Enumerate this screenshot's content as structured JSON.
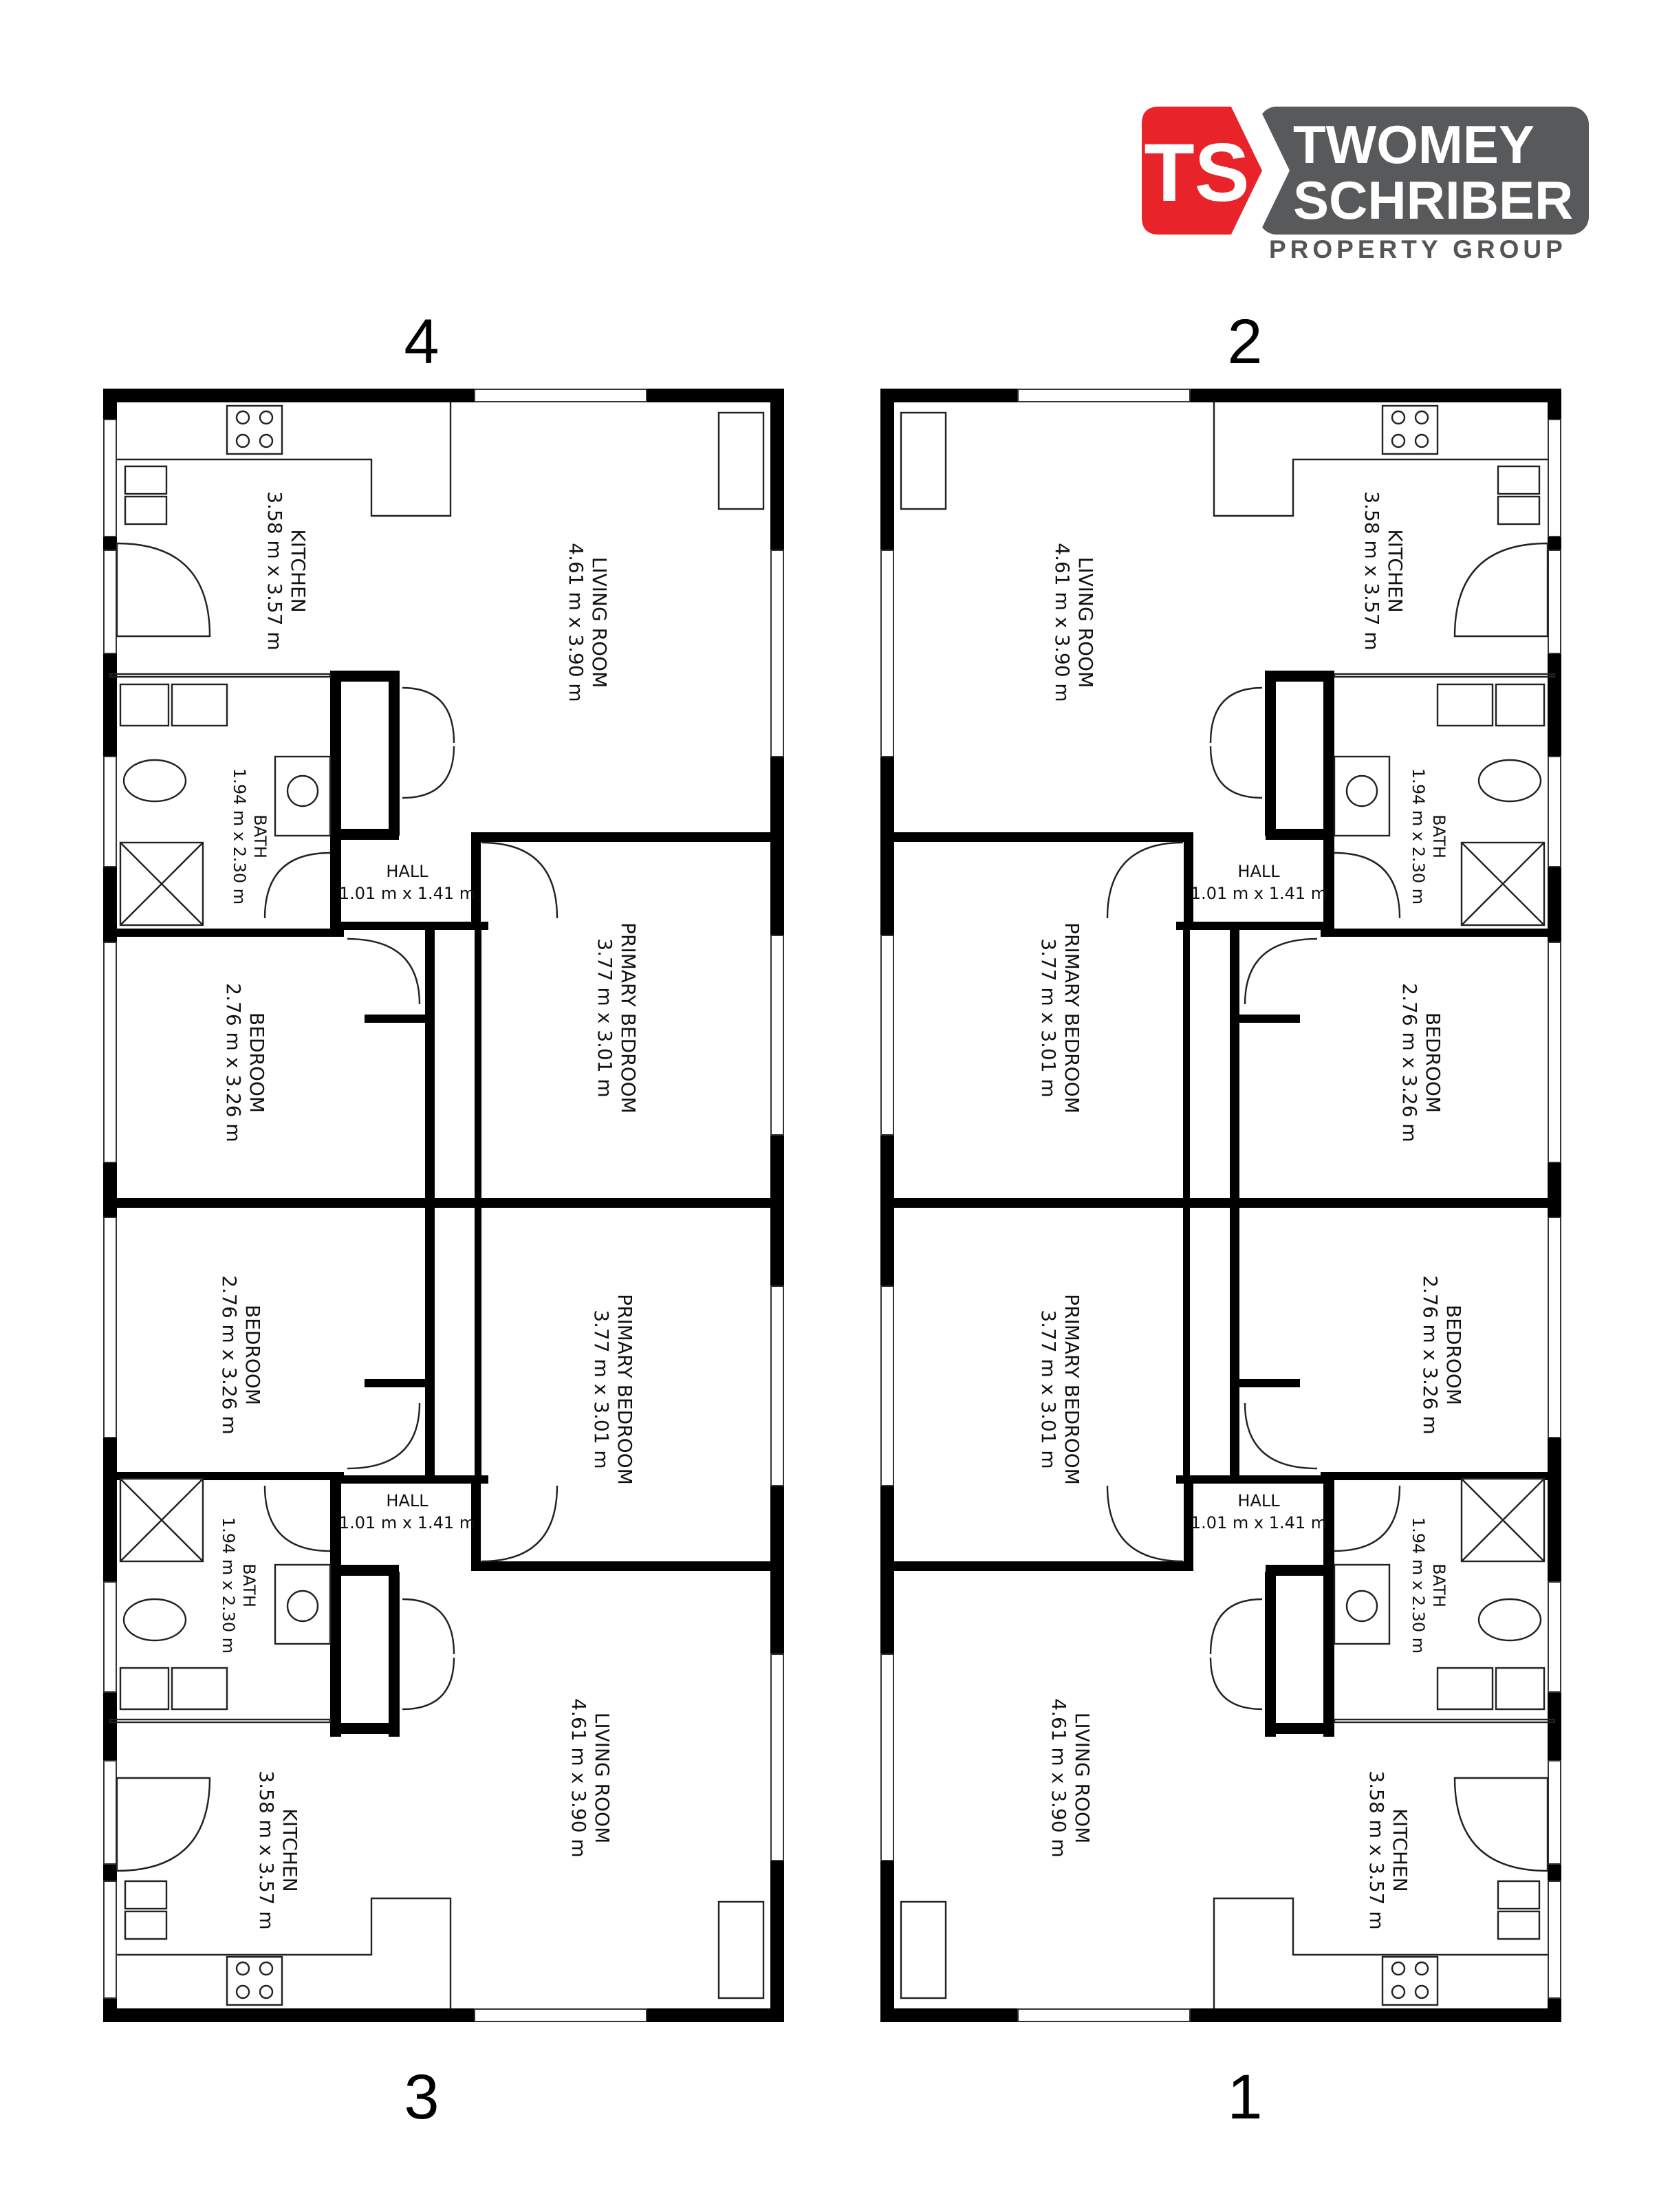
{
  "brand": {
    "line1": "TWOMEY",
    "line2": "SCHRIBER",
    "line3": "PROPERTY GROUP",
    "monogram": "TS",
    "red": "#e8232a",
    "grey": "#58595b"
  },
  "units": [
    {
      "number": "4",
      "rooms": {
        "kitchen": {
          "name": "KITCHEN",
          "size": "3.58 m x 3.57 m"
        },
        "living": {
          "name": "LIVING ROOM",
          "size": "4.61 m x 3.90 m"
        },
        "bath": {
          "name": "BATH",
          "size": "1.94 m x 2.30 m"
        },
        "hall": {
          "name": "HALL",
          "size": "1.01 m x 1.41 m"
        },
        "bedroom": {
          "name": "BEDROOM",
          "size": "2.76 m x 3.26 m"
        },
        "primary": {
          "name": "PRIMARY BEDROOM",
          "size": "3.77 m x 3.01 m"
        }
      }
    },
    {
      "number": "3",
      "rooms": {
        "kitchen": {
          "name": "KITCHEN",
          "size": "3.58 m x 3.57 m"
        },
        "living": {
          "name": "LIVING ROOM",
          "size": "4.61 m x 3.90 m"
        },
        "bath": {
          "name": "BATH",
          "size": "1.94 m x 2.30 m"
        },
        "hall": {
          "name": "HALL",
          "size": "1.01 m x 1.41 m"
        },
        "bedroom": {
          "name": "BEDROOM",
          "size": "2.76 m x 3.26 m"
        },
        "primary": {
          "name": "PRIMARY BEDROOM",
          "size": "3.77 m x 3.01 m"
        }
      }
    },
    {
      "number": "2",
      "rooms": {
        "kitchen": {
          "name": "KITCHEN",
          "size": "3.58 m x 3.57 m"
        },
        "living": {
          "name": "LIVING ROOM",
          "size": "4.61 m x 3.90 m"
        },
        "bath": {
          "name": "BATH",
          "size": "1.94 m x 2.30 m"
        },
        "hall": {
          "name": "HALL",
          "size": "1.01 m x 1.41 m"
        },
        "bedroom": {
          "name": "BEDROOM",
          "size": "2.76 m x 3.26 m"
        },
        "primary": {
          "name": "PRIMARY BEDROOM",
          "size": "3.77 m x 3.01 m"
        }
      }
    },
    {
      "number": "1",
      "rooms": {
        "kitchen": {
          "name": "KITCHEN",
          "size": "3.58 m x 3.57 m"
        },
        "living": {
          "name": "LIVING ROOM",
          "size": "4.61 m x 3.90 m"
        },
        "bath": {
          "name": "BATH",
          "size": "1.94 m x 2.30 m"
        },
        "hall": {
          "name": "HALL",
          "size": "1.01 m x 1.41 m"
        },
        "bedroom": {
          "name": "BEDROOM",
          "size": "2.76 m x 3.26 m"
        },
        "primary": {
          "name": "PRIMARY BEDROOM",
          "size": "3.77 m x 3.01 m"
        }
      }
    }
  ]
}
